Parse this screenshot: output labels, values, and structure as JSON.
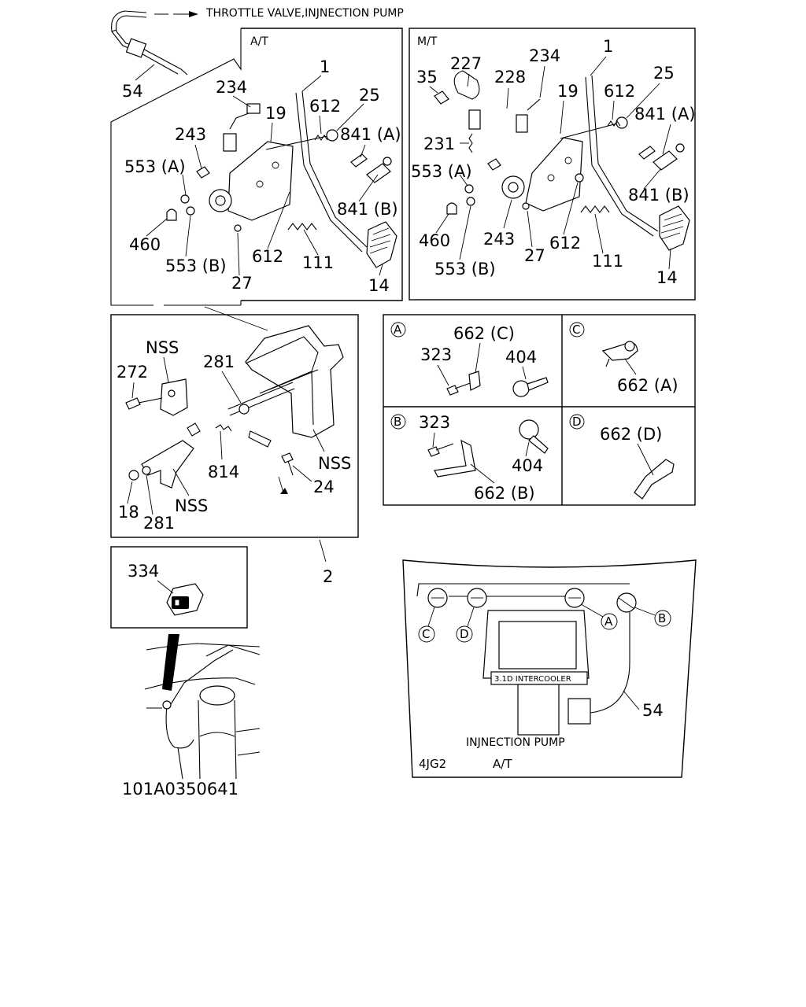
{
  "header": {
    "arrow_note": "THROTTLE VALVE,INJNECTION PUMP"
  },
  "panels": {
    "at": {
      "title": "A/T",
      "labels": [
        "1",
        "234",
        "612",
        "25",
        "19",
        "243",
        "841 (A)",
        "553 (A)",
        "841 (B)",
        "460",
        "553 (B)",
        "612",
        "111",
        "27",
        "14"
      ]
    },
    "mt": {
      "title": "M/T",
      "labels": [
        "1",
        "227",
        "234",
        "35",
        "228",
        "19",
        "612",
        "25",
        "841 (A)",
        "231",
        "553 (A)",
        "841 (B)",
        "460",
        "243",
        "612",
        "111",
        "27",
        "553 (B)",
        "14"
      ]
    },
    "bracket": {
      "labels": [
        "NSS",
        "272",
        "281",
        "814",
        "NSS",
        "24",
        "18",
        "281",
        "NSS"
      ],
      "assembly_number": "2"
    },
    "switch": {
      "labels": [
        "334"
      ]
    },
    "detail_a": {
      "letter": "A",
      "labels": [
        "662 (C)",
        "323",
        "404"
      ]
    },
    "detail_b": {
      "letter": "B",
      "labels": [
        "323",
        "404",
        "662 (B)"
      ]
    },
    "detail_c": {
      "letter": "C",
      "labels": [
        "662 (A)"
      ]
    },
    "detail_d": {
      "letter": "D",
      "labels": [
        "662 (D)"
      ]
    },
    "engine": {
      "callouts": [
        "C",
        "D",
        "A",
        "B"
      ],
      "cable_label": "54",
      "cover_text": "3.1D INTERCOOLER",
      "pump_label": "INJNECTION PUMP",
      "model": "4JG2",
      "trans": "A/T"
    }
  },
  "cable_label": "54",
  "footer": {
    "code": "101A0350641"
  }
}
